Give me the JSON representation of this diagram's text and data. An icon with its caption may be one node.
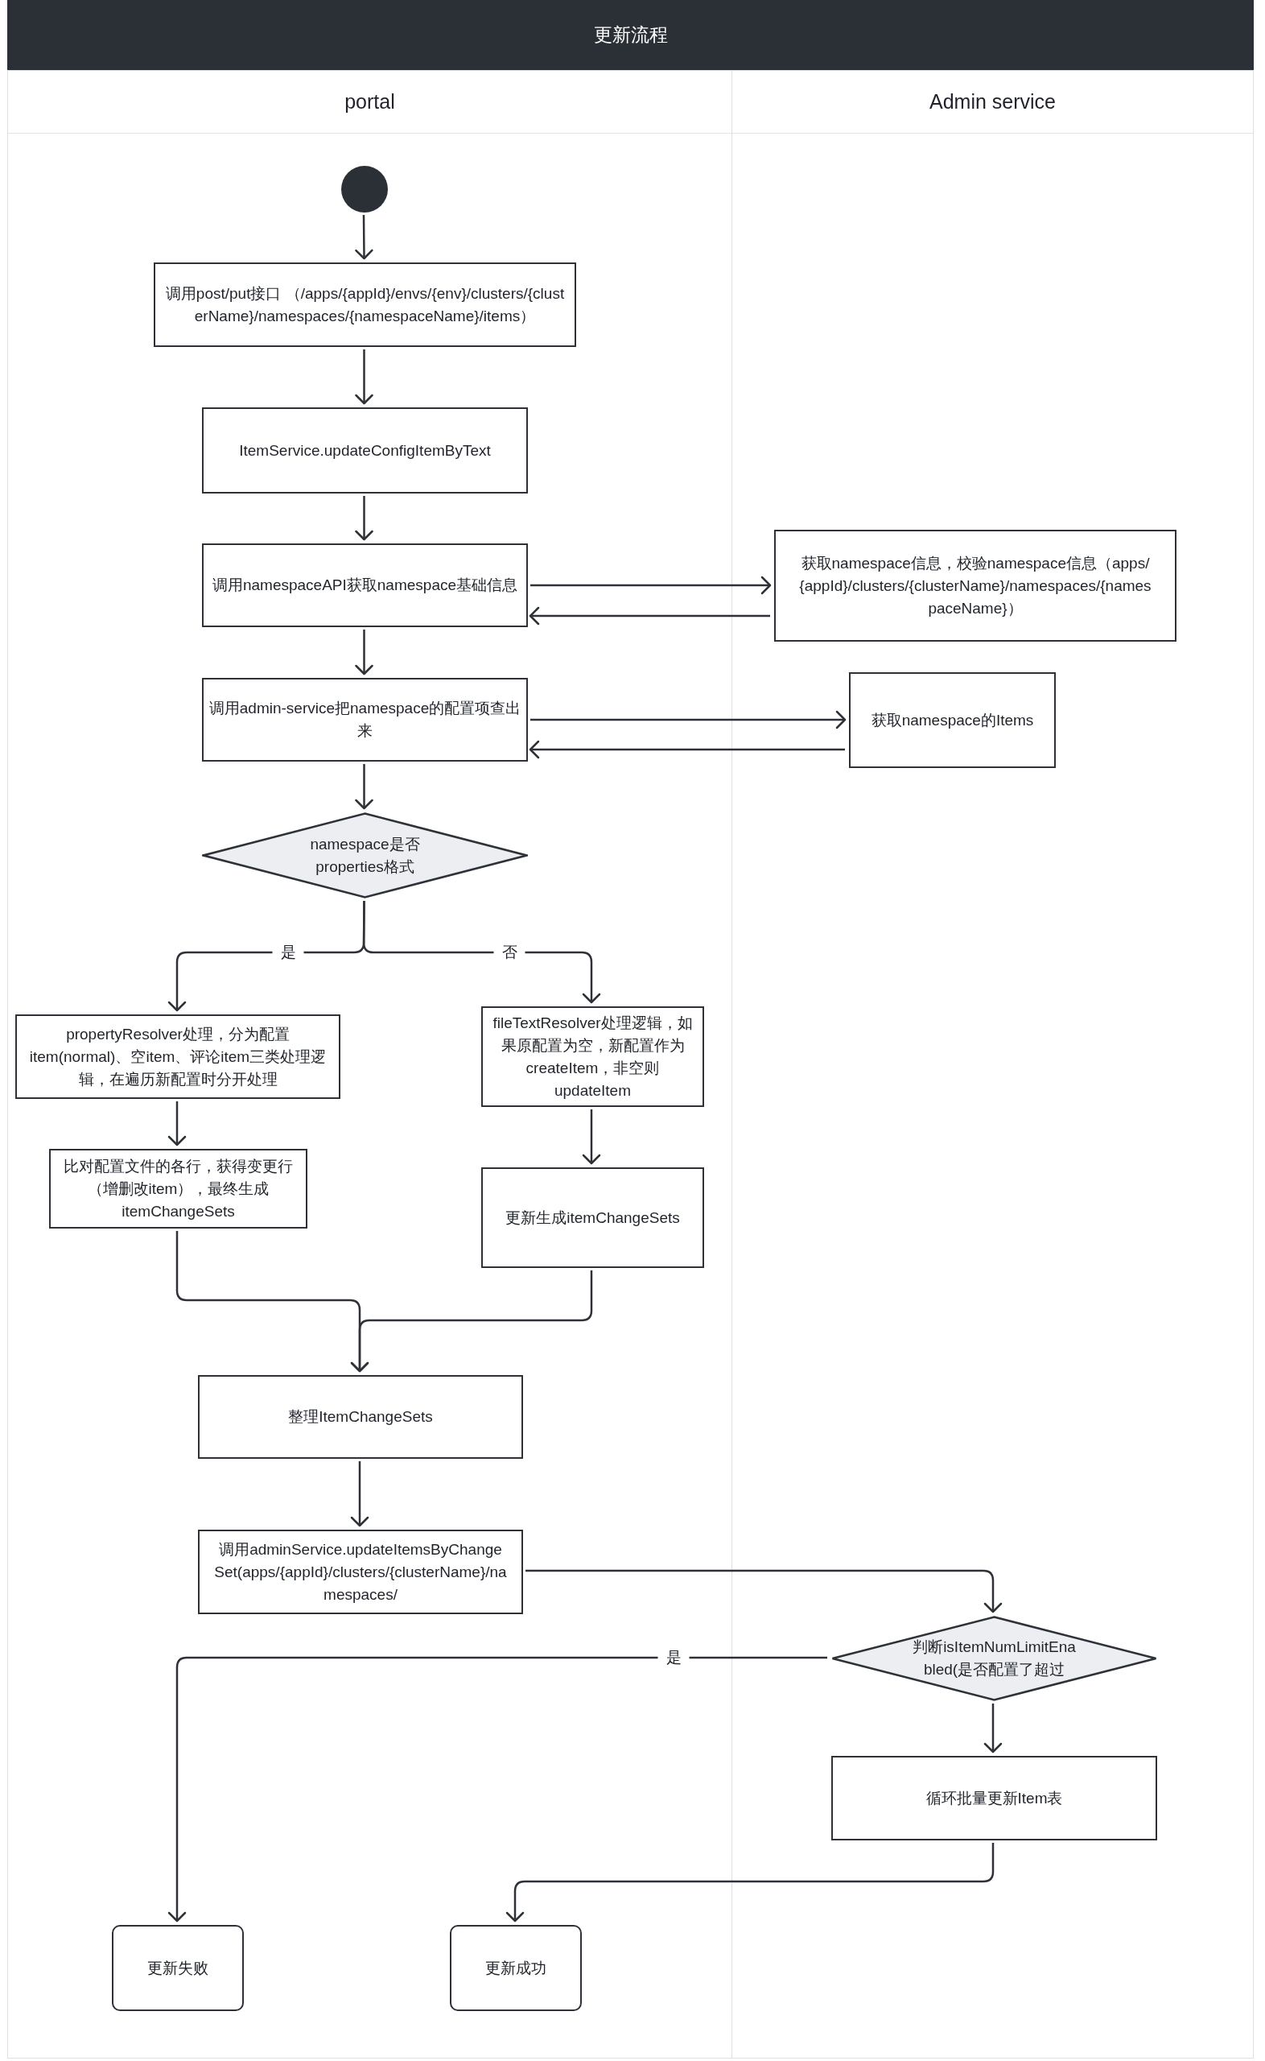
{
  "diagram": {
    "title": "更新流程",
    "nodes": [
      {
        "text": [
          "portal"
        ]
      },
      {
        "text": [
          "Admin service"
        ]
      },
      {
        "text": [],
        "shape": "circle",
        "in": 0
      },
      {
        "text": [
          "调用post/put接口 （/apps/{appId}/envs/{env}/clusters/{clusterName}/namespaces/{namespaceName}/items）"
        ],
        "in": 0
      },
      {
        "text": [
          "ItemService.updateConfigItemByText"
        ],
        "in": 0
      },
      {
        "text": [
          "调用namespaceAPI获取namespace基础信息"
        ],
        "in": 0
      },
      {
        "text": [
          "获取namespace信息，校验namespace信息（apps/{appId}/clusters/{clusterName}/namespaces/{namespaceName}）"
        ],
        "in": 1
      },
      {
        "text": [
          "调用admin-service把namespace的配置项查出来"
        ],
        "in": 0
      },
      {
        "text": [
          "获取namespace的Items"
        ],
        "in": 1
      },
      {
        "text": [
          "namespace是否properties格式"
        ],
        "in": 0
      },
      {
        "text": [
          "propertyResolver处理，分为配置item(normal)、空item、评论item三类处理逻辑，在遍历新配置时分开处理"
        ],
        "in": 0
      },
      {
        "text": [
          "fileTextResolver处理逻辑，如果原配置为空，新配置作为createItem，非空则updateItem"
        ],
        "in": 0
      },
      {
        "text": [
          "比对配置文件的各行，获得变更行（增删改item），最终生成itemChangeSets"
        ],
        "in": 0
      },
      {
        "text": [
          "更新生成itemChangeSets"
        ],
        "in": 0
      },
      {
        "text": [
          "整理ItemChangeSets"
        ],
        "in": 0
      },
      {
        "text": [
          "调用adminService.updateItemsByChangeSet(apps/{appId}/clusters/{clusterName}/namespaces/"
        ],
        "in": 0
      },
      {
        "text": [
          "判断isItemNumLimitEnabled(是否配置了超过"
        ],
        "in": 1
      },
      {
        "text": [
          "循环批量更新Item表"
        ],
        "in": 1
      },
      {
        "text": [
          "更新失败"
        ],
        "in": 0
      },
      {
        "text": [
          "更新成功"
        ],
        "in": 0
      }
    ],
    "edges": [
      {
        "from": 2,
        "to": 3,
        "arrow": "to"
      },
      {
        "from": 3,
        "to": 4,
        "arrow": "to"
      },
      {
        "from": 4,
        "to": 5,
        "arrow": "to"
      },
      {
        "from": 5,
        "to": 6,
        "arrow": "to"
      },
      {
        "from": 6,
        "to": 5,
        "arrow": "to"
      },
      {
        "from": 5,
        "to": 7,
        "arrow": "to"
      },
      {
        "from": 7,
        "to": 8,
        "arrow": "to"
      },
      {
        "from": 8,
        "to": 7,
        "arrow": "to"
      },
      {
        "from": 7,
        "to": 9,
        "arrow": "to"
      },
      {
        "from": 9,
        "to": 10,
        "arrow": "to",
        "label": "是"
      },
      {
        "from": 9,
        "to": 11,
        "arrow": "to",
        "label": "否"
      },
      {
        "from": 10,
        "to": 12,
        "arrow": "to"
      },
      {
        "from": 11,
        "to": 13,
        "arrow": "to"
      },
      {
        "from": 12,
        "to": 14,
        "arrow": "to"
      },
      {
        "from": 13,
        "to": 14,
        "arrow": "to"
      },
      {
        "from": 14,
        "to": 15,
        "arrow": "to"
      },
      {
        "from": 15,
        "to": 16,
        "arrow": "to"
      },
      {
        "from": 16,
        "to": 17,
        "arrow": "to"
      },
      {
        "from": 16,
        "to": 18,
        "arrow": "to",
        "label": "是"
      },
      {
        "from": 17,
        "to": 19,
        "arrow": "to"
      }
    ]
  }
}
